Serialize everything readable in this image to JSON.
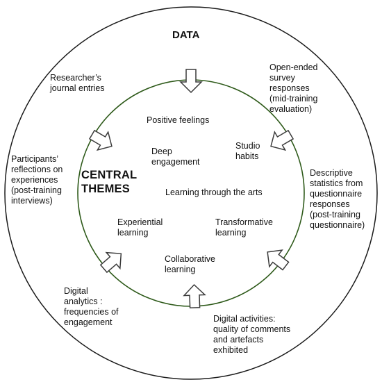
{
  "title": "DATA",
  "central_label": "CENTRAL\nTHEMES",
  "data_sources": [
    "Researcher’s\njournal entries",
    "Open-ended\nsurvey\nresponses\n(mid-training\nevaluation)",
    "Participants’\nreflections on\nexperiences\n(post-training\ninterviews)",
    "Descriptive\nstatistics from\nquestionnaire\nresponses\n(post-training\nquestionnaire)",
    "Digital\nanalytics :\nfrequencies of\nengagement",
    "Digital activities:\nquality of comments\nand artefacts\nexhibited"
  ],
  "themes": [
    "Positive feelings",
    "Deep\nengagement",
    "Studio\nhabits",
    "Learning through the arts",
    "Experiential\nlearning",
    "Transformative\nlearning",
    "Collaborative\nlearning"
  ],
  "colors": {
    "outer_stroke": "#1a1a1a",
    "inner_stroke": "#2e5a1a",
    "arrow_stroke": "#3a3a3a",
    "background": "#ffffff"
  }
}
